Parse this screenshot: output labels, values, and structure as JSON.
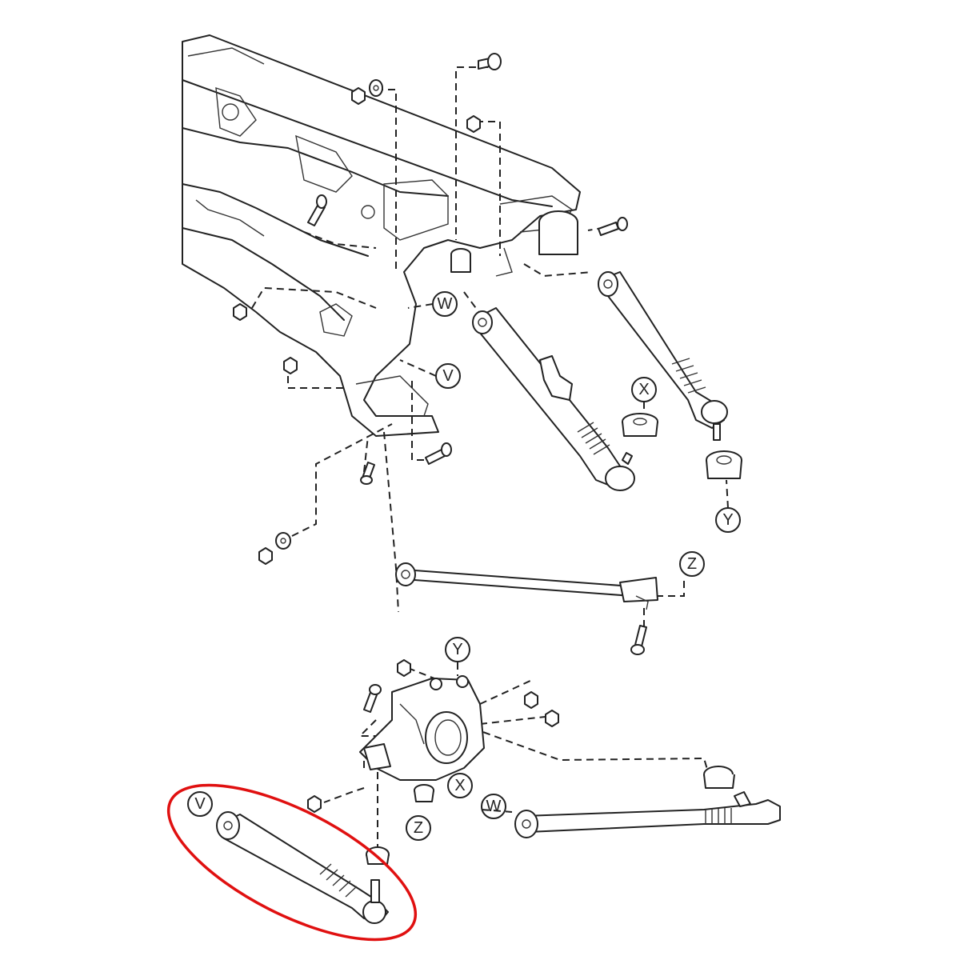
{
  "callouts": {
    "w_top": "W",
    "v_top": "V",
    "x_top": "X",
    "y_top": "Y",
    "z_top": "Z",
    "y_bottom": "Y",
    "x_bottom": "X",
    "z_bottom": "Z",
    "w_bottom": "W",
    "v_bottom": "V"
  },
  "colors": {
    "line": "#222222",
    "highlight": "#e01010",
    "background": "#ffffff"
  }
}
